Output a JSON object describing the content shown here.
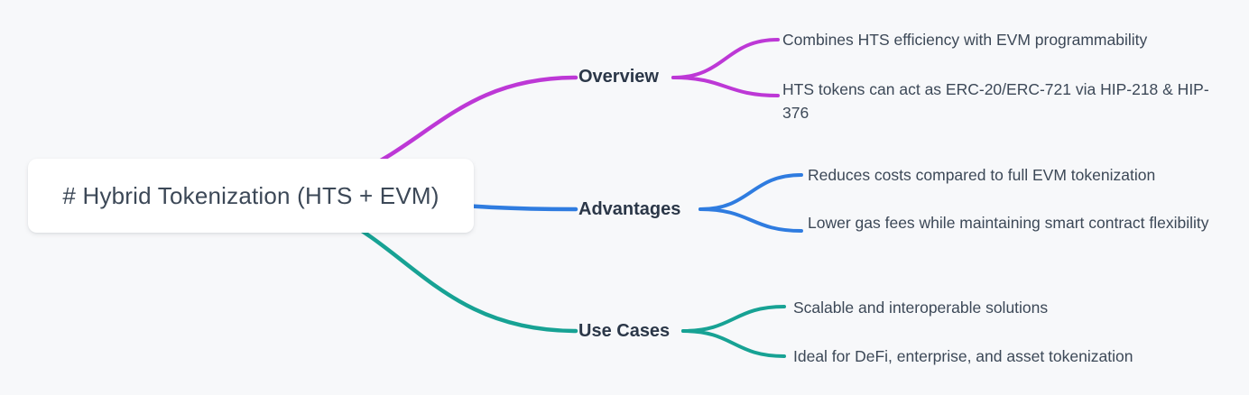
{
  "background_color": "#f7f8fa",
  "root": {
    "label": "# Hybrid Tokenization (HTS + EVM)",
    "box_color": "#ffffff",
    "text_color": "#3c4857"
  },
  "branches": [
    {
      "label": "Overview",
      "color": "#bd38d6",
      "children": [
        "Combines HTS efficiency with EVM programmability",
        "HTS tokens can act as ERC-20/ERC-721 via HIP-218 & HIP-376"
      ]
    },
    {
      "label": "Advantages",
      "color": "#2f7ce0",
      "children": [
        "Reduces costs compared to full EVM tokenization",
        "Lower gas fees while maintaining smart contract flexibility"
      ]
    },
    {
      "label": "Use Cases",
      "color": "#17a294",
      "children": [
        "Scalable and interoperable solutions",
        "Ideal for DeFi, enterprise, and asset tokenization"
      ]
    }
  ]
}
